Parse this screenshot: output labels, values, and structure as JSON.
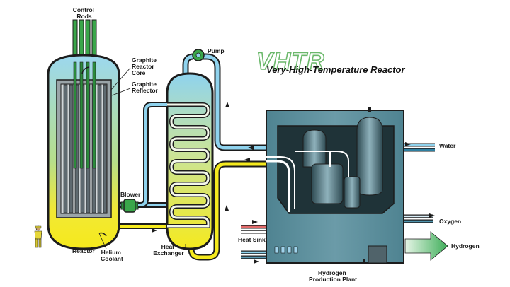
{
  "title": {
    "logo": "VHTR",
    "subtitle": "Very-High-Temperature Reactor"
  },
  "labels": {
    "control_rods": [
      "Control",
      "Rods"
    ],
    "graphite_core": [
      "Graphite",
      "Reactor",
      "Core"
    ],
    "graphite_reflector": [
      "Graphite",
      "Reflector"
    ],
    "pump": "Pump",
    "blower": "Blower",
    "reactor": "Reactor",
    "helium_coolant": [
      "Helium",
      "Coolant"
    ],
    "heat_exchanger": [
      "Heat",
      "Exchanger"
    ],
    "heat_sink": "Heat Sink",
    "water": "Water",
    "oxygen": "Oxygen",
    "hydrogen": "Hydrogen",
    "hydrogen_plant": [
      "Hydrogen",
      "Production Plant"
    ]
  },
  "colors": {
    "hot": "#f5ea1e",
    "cool": "#8fd3ee",
    "plant_body": "#5b8a98",
    "plant_dark": "#1f3338",
    "control_rod": "#3aa64a",
    "outline": "#1c1c1c",
    "hydrogen_arrow": "#3fae5a"
  }
}
